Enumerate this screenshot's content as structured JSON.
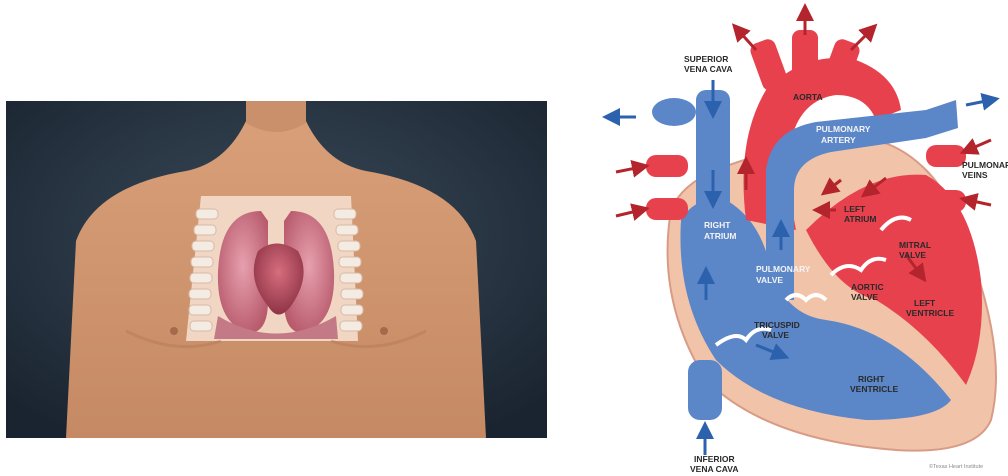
{
  "left_image": {
    "alt_subject": "torso-with-open-chest-showing-lungs-and-heart"
  },
  "heart_diagram": {
    "labels": {
      "superior_vena_cava": [
        "SUPERIOR",
        "VENA CAVA"
      ],
      "aorta": [
        "AORTA"
      ],
      "pulmonary_artery": [
        "PULMONARY",
        "ARTERY"
      ],
      "pulmonary_veins": [
        "PULMONARY",
        "VEINS"
      ],
      "right_atrium": [
        "RIGHT",
        "ATRIUM"
      ],
      "left_atrium": [
        "LEFT",
        "ATRIUM"
      ],
      "mitral_valve": [
        "MITRAL",
        "VALVE"
      ],
      "pulmonary_valve": [
        "PULMONARY",
        "VALVE"
      ],
      "aortic_valve": [
        "AORTIC",
        "VALVE"
      ],
      "left_ventricle": [
        "LEFT",
        "VENTRICLE"
      ],
      "tricuspid_valve": [
        "TRICUSPID",
        "VALVE"
      ],
      "right_ventricle": [
        "RIGHT",
        "VENTRICLE"
      ],
      "inferior_vena_cava": [
        "INFERIOR",
        "VENA CAVA"
      ]
    },
    "credit": "©Texas Heart Institute",
    "colors": {
      "oxygenated": "#e8414e",
      "deoxygenated": "#5b86c8",
      "arrow_red": "#b3242c",
      "arrow_blue": "#2c62ad",
      "muscle": "#f1c3a8"
    }
  }
}
